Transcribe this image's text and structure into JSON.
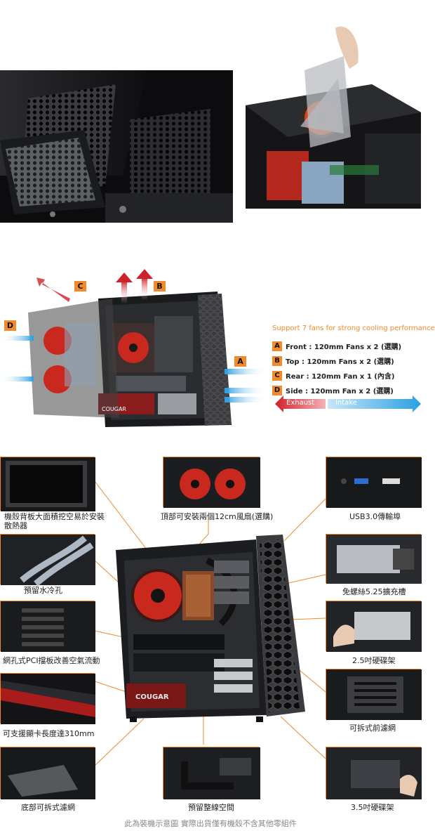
{
  "airflow": {
    "markers": [
      "A",
      "B",
      "C",
      "D"
    ],
    "heading": "Support 7 fans for strong cooling performance",
    "specs": [
      {
        "badge": "A",
        "text": "Front : 120mm Fans x 2 (選購)"
      },
      {
        "badge": "B",
        "text": "Top : 120mm Fans x 2 (選購)"
      },
      {
        "badge": "C",
        "text": "Rear : 120mm Fan x 1 (內含)"
      },
      {
        "badge": "D",
        "text": "Side : 120mm Fan x 2 (選購)"
      }
    ],
    "legend": {
      "exhaust": "Exhaust",
      "intake": "Intake"
    },
    "case_brand": "COUGAR"
  },
  "features": {
    "back_panel": "機殼背板大面積挖空易於安裝散熱器",
    "top_fans": "頂部可安裝兩個12cm風扇(選購)",
    "usb": "USB3.0傳輸埠",
    "water_cooling": "預留水冷孔",
    "toolless_bay": "免螺絲5.25擴充槽",
    "pci_slot": "網孔式PCI擋板改善空氣流動",
    "hdd_25": "2.5吋硬碟架",
    "gpu_length": "可支援顯卡長度達310mm",
    "front_filter": "可拆式前濾網",
    "bottom_filter": "底部可拆式濾網",
    "cable_space": "預留整線空間",
    "hdd_35": "3.5吋硬碟架"
  },
  "footer": "此為裝機示意圖 實際出貨僅有機殼不含其他零組件",
  "colors": {
    "accent": "#f08a2c",
    "exhaust": "#d0202a",
    "intake": "#2aa0e0",
    "fan_red": "#c8281e"
  }
}
